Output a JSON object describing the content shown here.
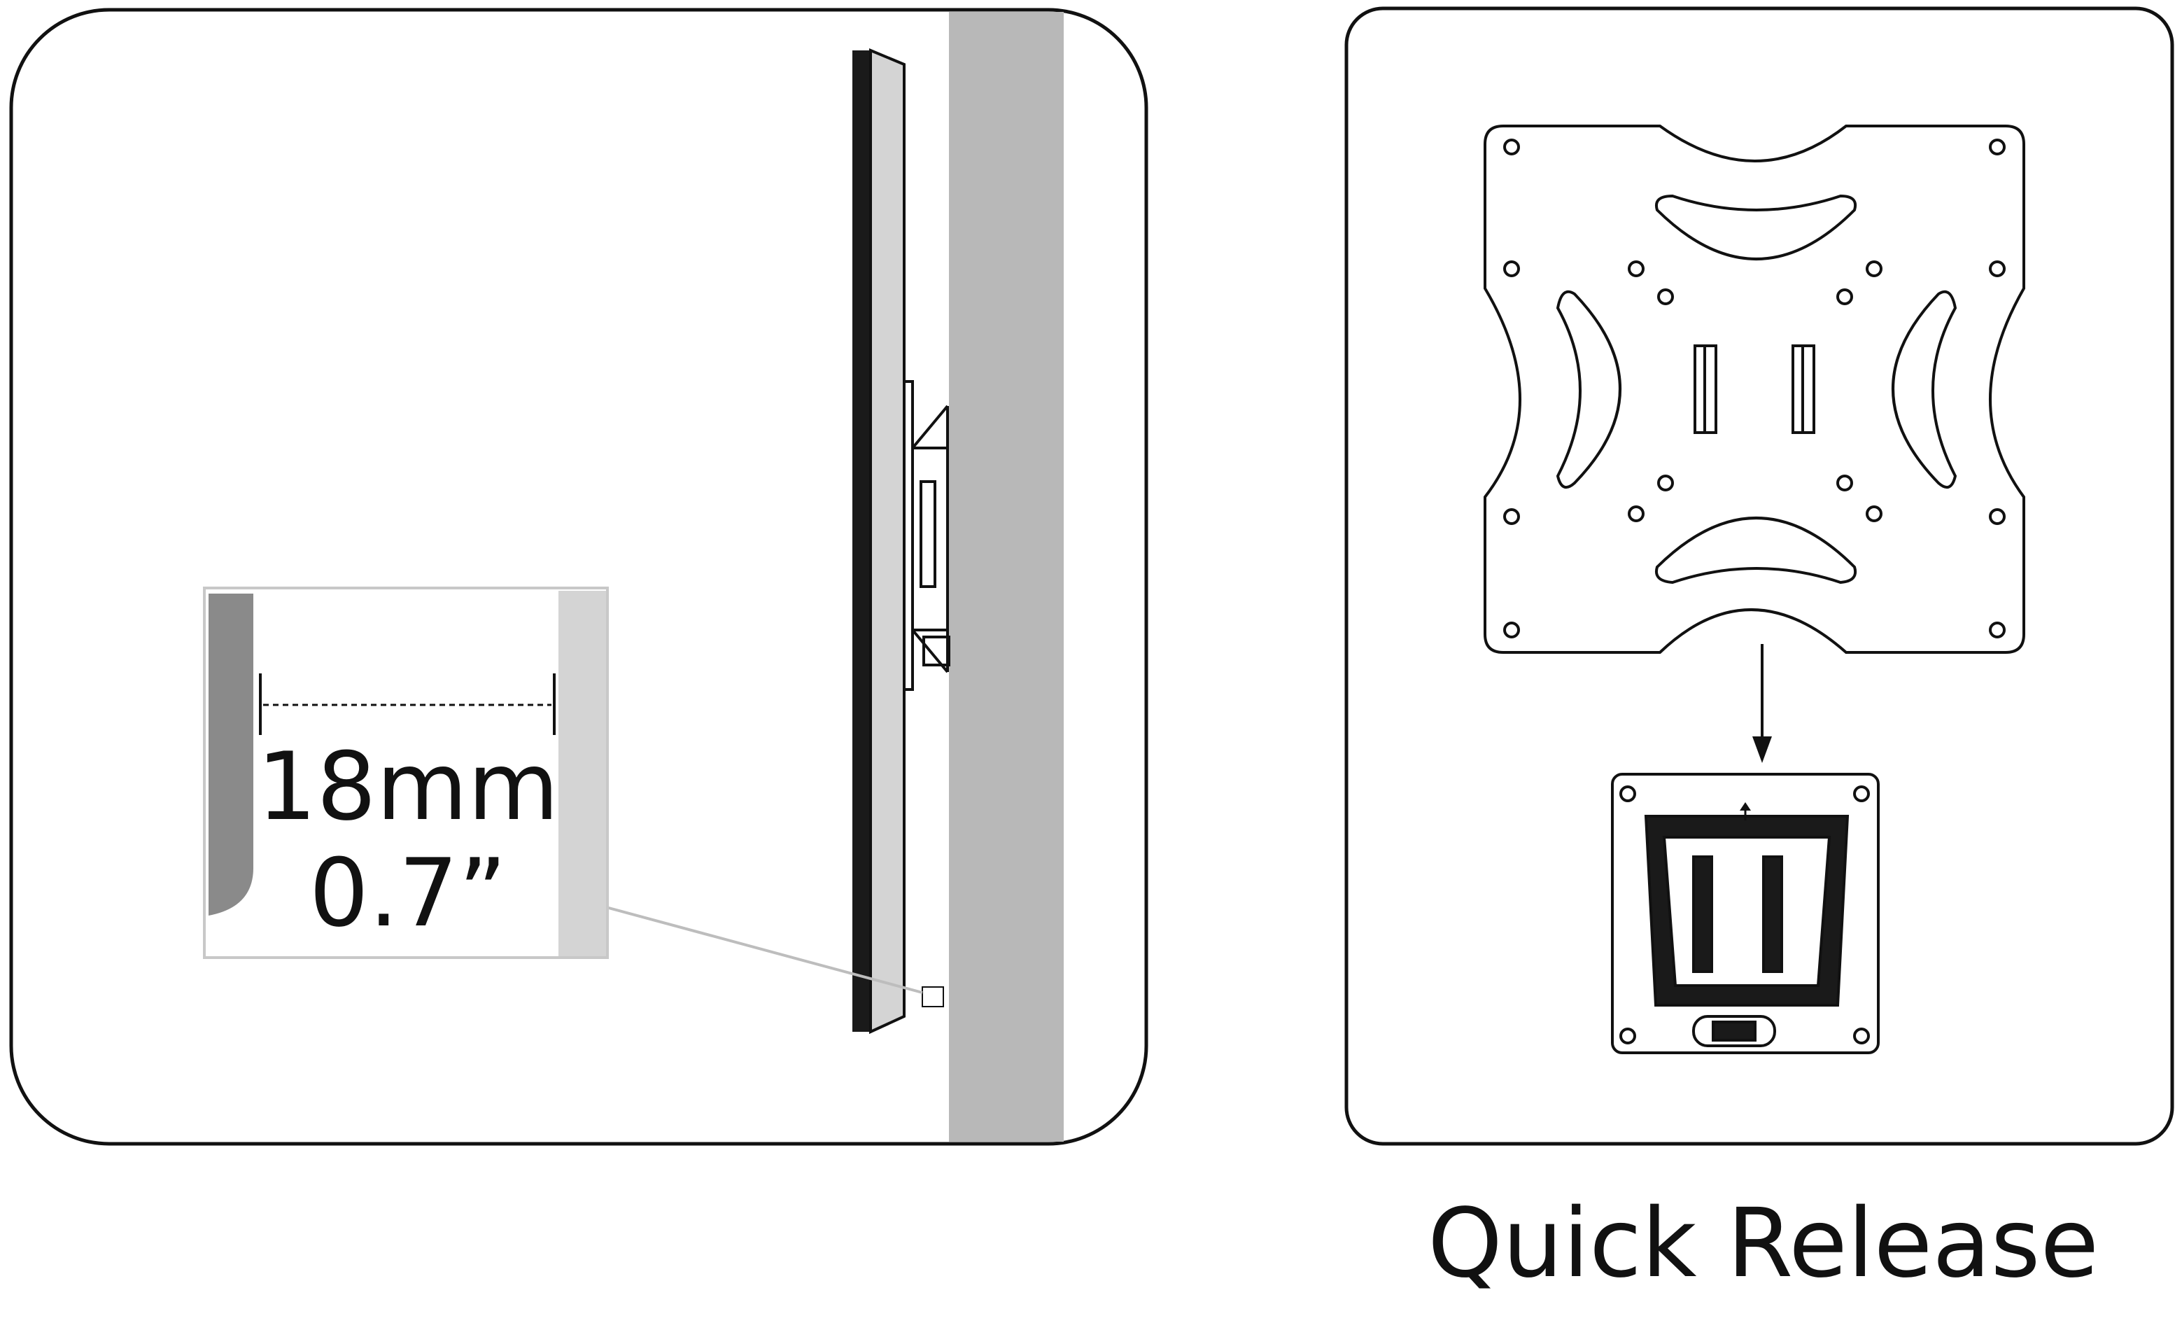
{
  "side_view": {
    "gap_metric": "18mm",
    "gap_imperial": "0.7”"
  },
  "quick_release": {
    "caption": "Quick Release"
  },
  "colors": {
    "outline": "#111111",
    "wall": "#b8b8b8",
    "tv_face": "#8a8a8a",
    "tv_edge": "#d4d4d4",
    "zoom_border": "#c8c8c8"
  }
}
